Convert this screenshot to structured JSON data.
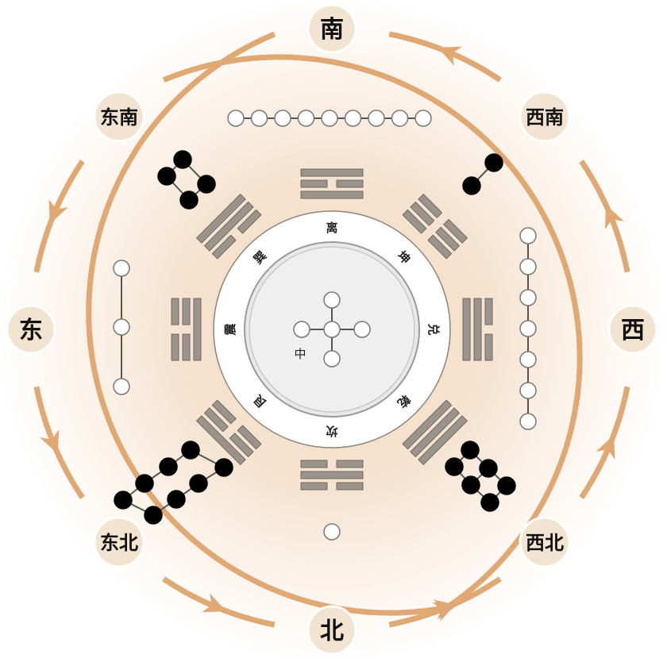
{
  "colors": {
    "arrow": "#e0a872",
    "direction_fill": "#f3e3d1",
    "trigram": "#9a948d",
    "dot_dark": "#000000",
    "dot_light": "#ffffff"
  },
  "directions": [
    {
      "id": "south",
      "label": "南",
      "angle": 0
    },
    {
      "id": "southwest",
      "label": "西南",
      "angle": 45
    },
    {
      "id": "west",
      "label": "西",
      "angle": 90
    },
    {
      "id": "northwest",
      "label": "西北",
      "angle": 135
    },
    {
      "id": "north",
      "label": "北",
      "angle": 180
    },
    {
      "id": "northeast",
      "label": "东北",
      "angle": 225
    },
    {
      "id": "east",
      "label": "东",
      "angle": 270
    },
    {
      "id": "southeast",
      "label": "东南",
      "angle": 315
    }
  ],
  "flow": [
    [
      "south",
      "southeast"
    ],
    [
      "southeast",
      "east"
    ],
    [
      "east",
      "northeast"
    ],
    [
      "northeast",
      "north"
    ],
    [
      "north",
      "northwest"
    ],
    [
      "northwest",
      "west"
    ],
    [
      "west",
      "southwest"
    ],
    [
      "southwest",
      "south"
    ]
  ],
  "trigrams": [
    {
      "name": "li",
      "label": "离",
      "angle": 0,
      "lines_inner_to_outer": [
        1,
        0,
        1
      ]
    },
    {
      "name": "kun",
      "label": "坤",
      "angle": 45,
      "lines_inner_to_outer": [
        0,
        0,
        0
      ]
    },
    {
      "name": "dui",
      "label": "兑",
      "angle": 90,
      "lines_inner_to_outer": [
        1,
        1,
        0
      ]
    },
    {
      "name": "qian",
      "label": "乾",
      "angle": 135,
      "lines_inner_to_outer": [
        1,
        1,
        1
      ]
    },
    {
      "name": "kan",
      "label": "坎",
      "angle": 180,
      "lines_inner_to_outer": [
        0,
        1,
        0
      ]
    },
    {
      "name": "gen",
      "label": "艮",
      "angle": 225,
      "lines_inner_to_outer": [
        0,
        0,
        1
      ]
    },
    {
      "name": "zhen",
      "label": "震",
      "angle": 270,
      "lines_inner_to_outer": [
        1,
        0,
        0
      ]
    },
    {
      "name": "xun",
      "label": "巽",
      "angle": 315,
      "lines_inner_to_outer": [
        0,
        1,
        1
      ]
    }
  ],
  "center": {
    "label": "中",
    "count": 5
  },
  "lo_shu": [
    {
      "position": "south",
      "count": 9,
      "color": "white"
    },
    {
      "position": "southwest",
      "count": 2,
      "color": "black"
    },
    {
      "position": "west",
      "count": 7,
      "color": "white"
    },
    {
      "position": "northwest",
      "count": 6,
      "color": "black"
    },
    {
      "position": "north",
      "count": 1,
      "color": "white"
    },
    {
      "position": "northeast",
      "count": 8,
      "color": "black"
    },
    {
      "position": "east",
      "count": 3,
      "color": "white"
    },
    {
      "position": "southeast",
      "count": 4,
      "color": "black"
    }
  ]
}
